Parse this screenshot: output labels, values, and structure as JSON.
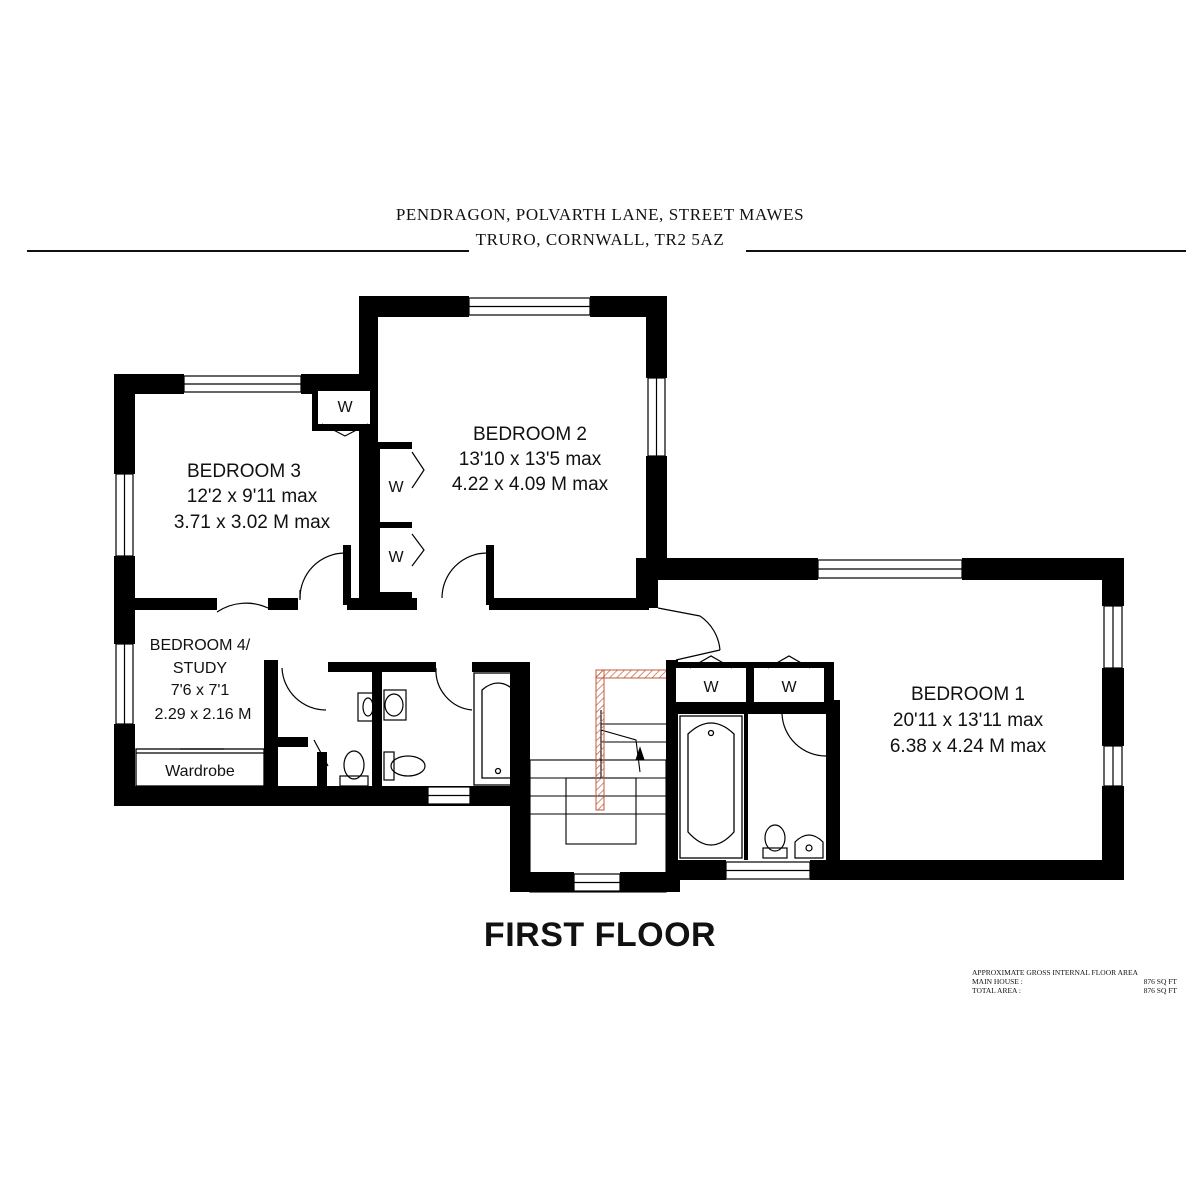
{
  "header": {
    "address_line1": "PENDRAGON, POLVARTH LANE, STREET MAWES",
    "address_line2": "TRURO, CORNWALL, TR2 5AZ"
  },
  "floor_title": "FIRST FLOOR",
  "rooms": {
    "bedroom3": {
      "name": "BEDROOM 3",
      "imperial": "12'2 x 9'11 max",
      "metric": "3.71 x 3.02 M max"
    },
    "bedroom2": {
      "name": "BEDROOM 2",
      "imperial": "13'10 x 13'5 max",
      "metric": "4.22 x 4.09 M  max"
    },
    "bedroom4": {
      "name_line1": "BEDROOM 4/",
      "name_line2": "STUDY",
      "imperial": "7'6 x 7'1",
      "metric": "2.29 x 2.16 M"
    },
    "bedroom1": {
      "name": "BEDROOM 1",
      "imperial": "20'11 x 13'11 max",
      "metric": "6.38 x 4.24 M max"
    },
    "wardrobe": "Wardrobe",
    "wardrobe_marker": "W"
  },
  "area": {
    "heading": "APPROXIMATE GROSS INTERNAL FLOOR AREA",
    "main_label": "MAIN HOUSE :",
    "main_value": "876 SQ FT",
    "total_label": "TOTAL AREA :",
    "total_value": "876 SQ FT"
  },
  "colors": {
    "wall": "#000000",
    "background": "#ffffff",
    "hatch": "#c25a3a"
  }
}
